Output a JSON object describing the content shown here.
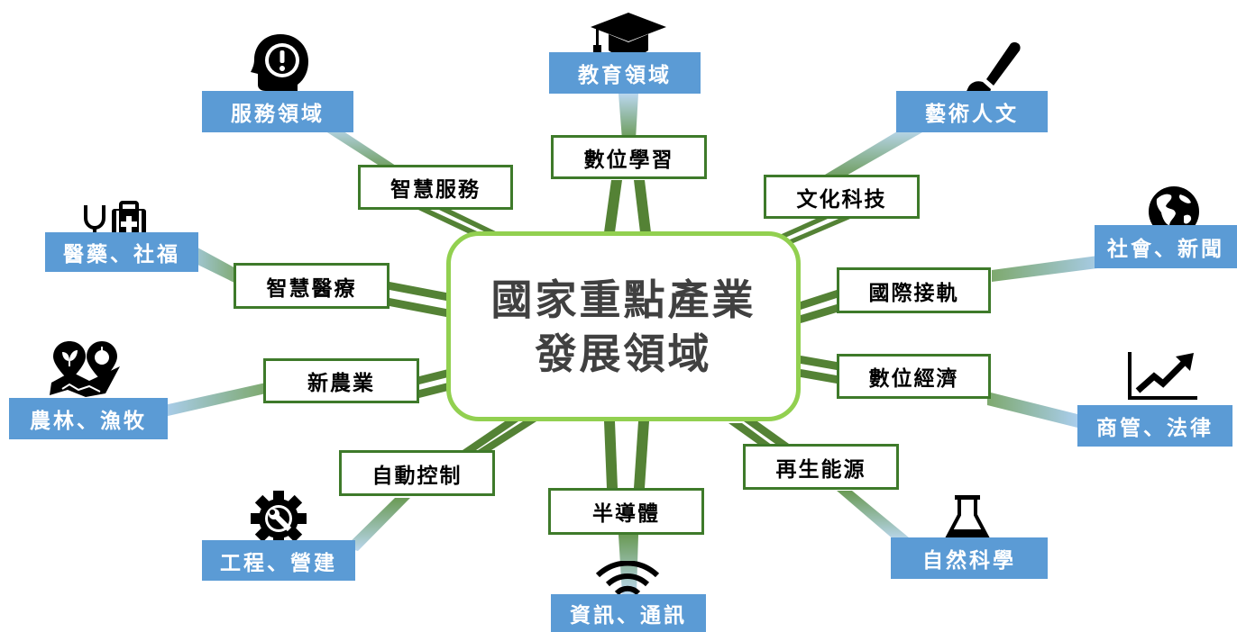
{
  "center": {
    "line1": "國家重點產業",
    "line2": "發展領域"
  },
  "industries": {
    "digital_learning": "數位學習",
    "smart_service": "智慧服務",
    "cultural_tech": "文化科技",
    "smart_medical": "智慧醫療",
    "international": "國際接軌",
    "new_agriculture": "新農業",
    "digital_economy": "數位經濟",
    "automation": "自動控制",
    "renewable_energy": "再生能源",
    "semiconductor": "半導體"
  },
  "domains": {
    "education": "教育領域",
    "service": "服務領域",
    "arts": "藝術人文",
    "medical": "醫藥、社福",
    "social": "社會、新聞",
    "agriculture": "農林、漁牧",
    "business": "商管、法律",
    "engineering": "工程、營建",
    "science": "自然科學",
    "it": "資訊、通訊"
  },
  "icons": {
    "education": "graduation-cap-icon",
    "service": "head-exclamation-icon",
    "arts": "paintbrush-icon",
    "medical": "stethoscope-medkit-icon",
    "social": "globe-icon",
    "agriculture": "map-pins-icon",
    "business": "trend-chart-icon",
    "engineering": "gear-wrench-icon",
    "science": "flask-icon",
    "it": "wifi-icon"
  },
  "colors": {
    "domain_box": "#5b9bd5",
    "industry_border": "#3e7a2a",
    "center_border": "#92d050",
    "center_text": "#404040",
    "dark_connector": "#548235",
    "blue_connector": "#9dc3e6"
  }
}
